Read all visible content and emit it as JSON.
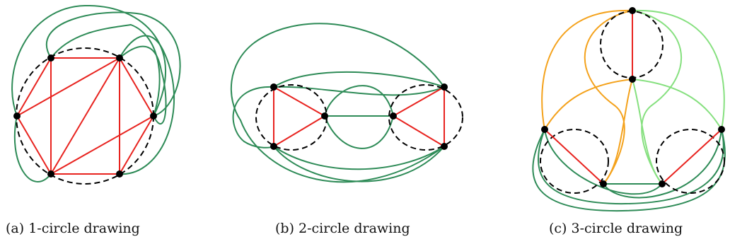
{
  "figures": [
    {
      "id": "a",
      "caption": "(a) 1-circle drawing"
    },
    {
      "id": "b",
      "caption": "(b) 2-circle drawing"
    },
    {
      "id": "c",
      "caption": "(c) 3-circle drawing"
    }
  ],
  "colors": {
    "green": "#2e8b57",
    "red": "#e8231f",
    "orange": "#f4a21c",
    "light_green": "#86e07f",
    "vertex": "#000000",
    "circle": "#000000"
  }
}
